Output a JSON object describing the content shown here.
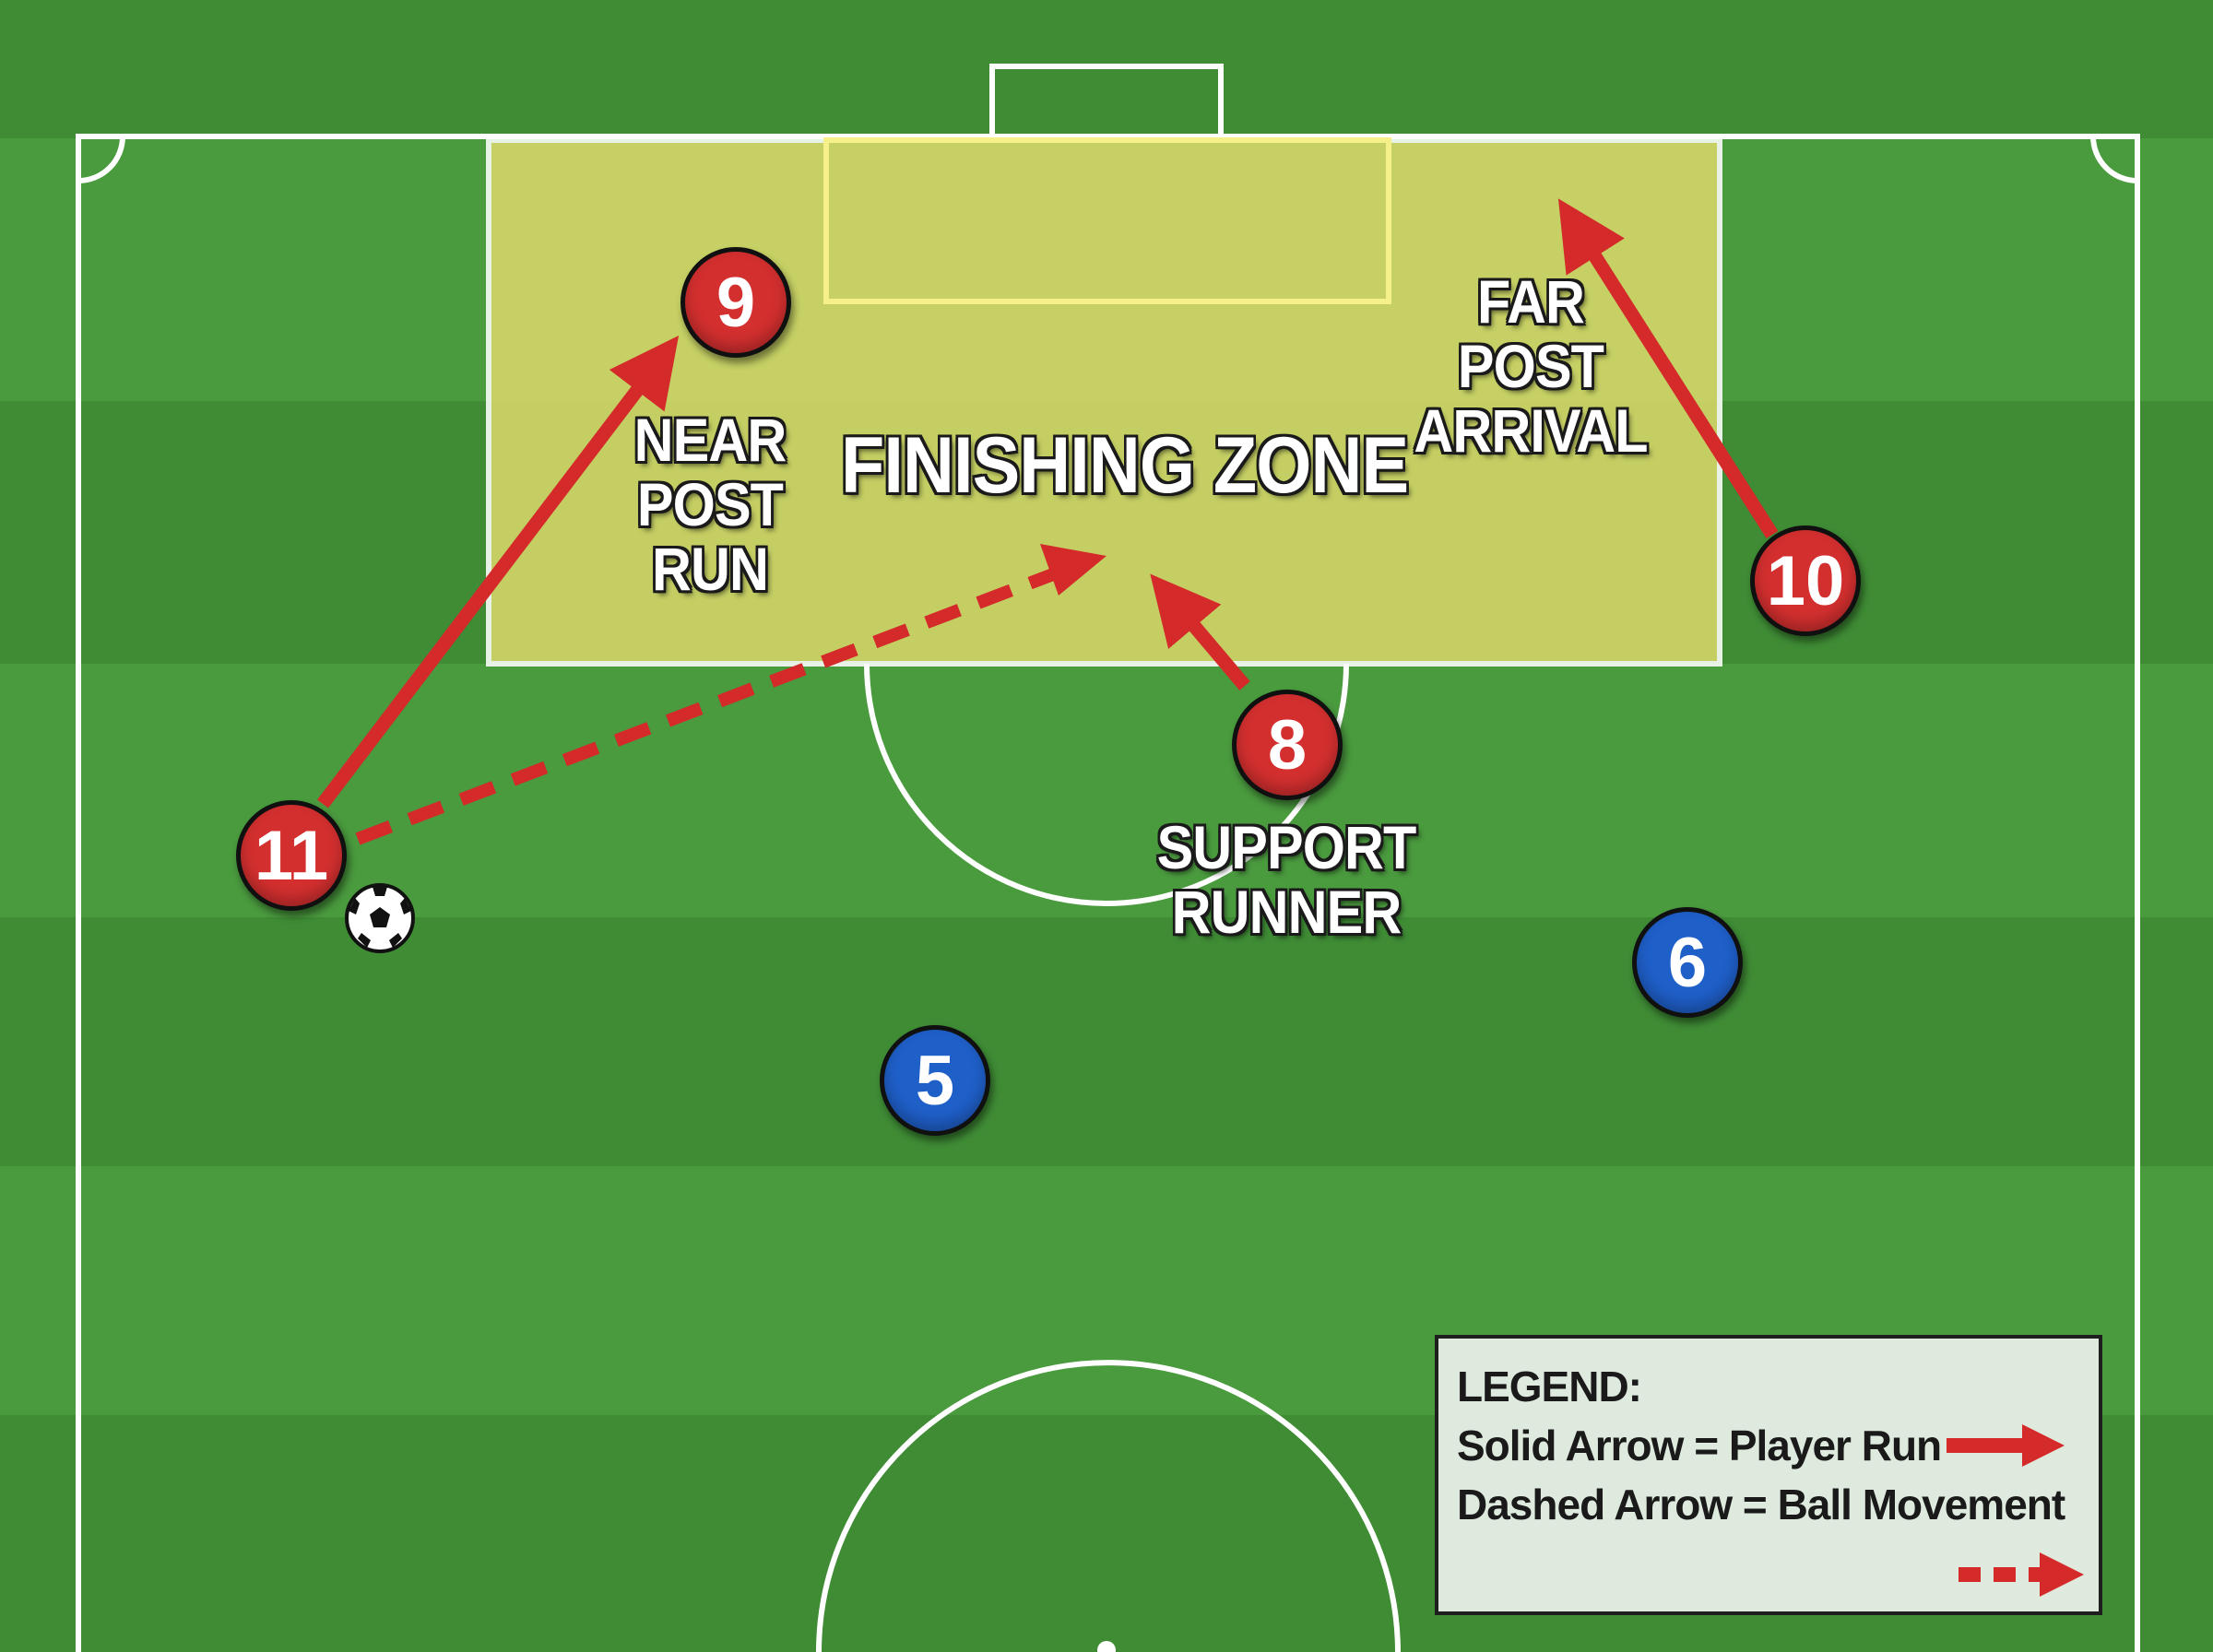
{
  "colors": {
    "grass_light": "#4a9a3e",
    "grass_dark": "#3f8c35",
    "lines": "#ffffff",
    "zone_fill": "#d8d86a",
    "attacker": "#d32f2f",
    "defender": "#1f5fc8",
    "arrow": "#d42a2a"
  },
  "zone": {
    "title": "FINISHING ZONE"
  },
  "labels": {
    "near_post": [
      "NEAR",
      "POST",
      "RUN"
    ],
    "far_post": [
      "FAR",
      "POST",
      "ARRIVAL"
    ],
    "support": [
      "SUPPORT",
      "RUNNER"
    ]
  },
  "players": {
    "p9": {
      "number": "9",
      "team": "attack"
    },
    "p10": {
      "number": "10",
      "team": "attack"
    },
    "p11": {
      "number": "11",
      "team": "attack"
    },
    "p8": {
      "number": "8",
      "team": "attack"
    },
    "p5": {
      "number": "5",
      "team": "defence"
    },
    "p6": {
      "number": "6",
      "team": "defence"
    }
  },
  "legend": {
    "title": "LEGEND:",
    "solid": "Solid Arrow = Player Run",
    "dashed": "Dashed Arrow = Ball Movement"
  },
  "icons": {
    "ball": "soccer-ball-icon",
    "solid_arrow": "solid-arrow-icon",
    "dashed_arrow": "dashed-arrow-icon"
  }
}
